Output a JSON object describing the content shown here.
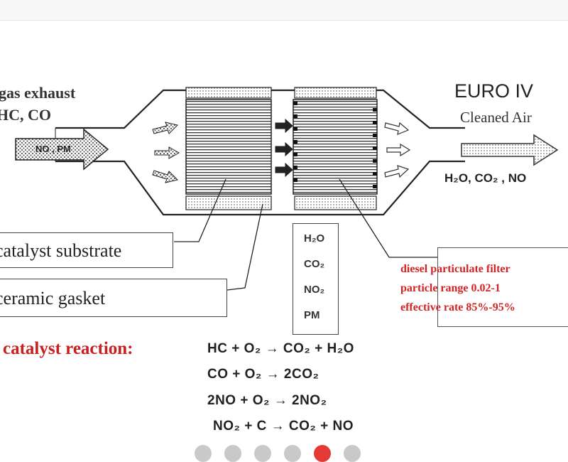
{
  "diagram": {
    "inlet_label_1": "gas exhaust",
    "inlet_label_2": "HC, CO",
    "inlet_arrow_text": "NO , PM",
    "euro_label": "EURO IV",
    "cleaned_air_label": "Cleaned Air",
    "outlet_products": "H₂O,  CO₂  , NO",
    "catalyst_substrate_label": "catalyst substrate",
    "ceramic_gasket_label": "ceramic gasket",
    "gases": [
      "H₂O",
      "CO₂",
      "NO₂",
      "PM"
    ],
    "dpf_lines": [
      "diesel particulate filter",
      "particle range 0.02-1",
      "effective rate 85%-95%"
    ]
  },
  "reactions": {
    "title": "catalyst reaction:",
    "equations": [
      "HC   +  O₂  →  CO₂ +  H₂O",
      "CO  +   O₂  →  2CO₂",
      "2NO  +  O₂  →  2NO₂",
      "NO₂  +   C  →  CO₂  +  NO"
    ]
  },
  "carousel": {
    "count": 6,
    "active_index": 4
  },
  "colors": {
    "accent_red": "#d22424",
    "dot_active": "#e53935",
    "dot_inactive": "#c9c9c9"
  }
}
